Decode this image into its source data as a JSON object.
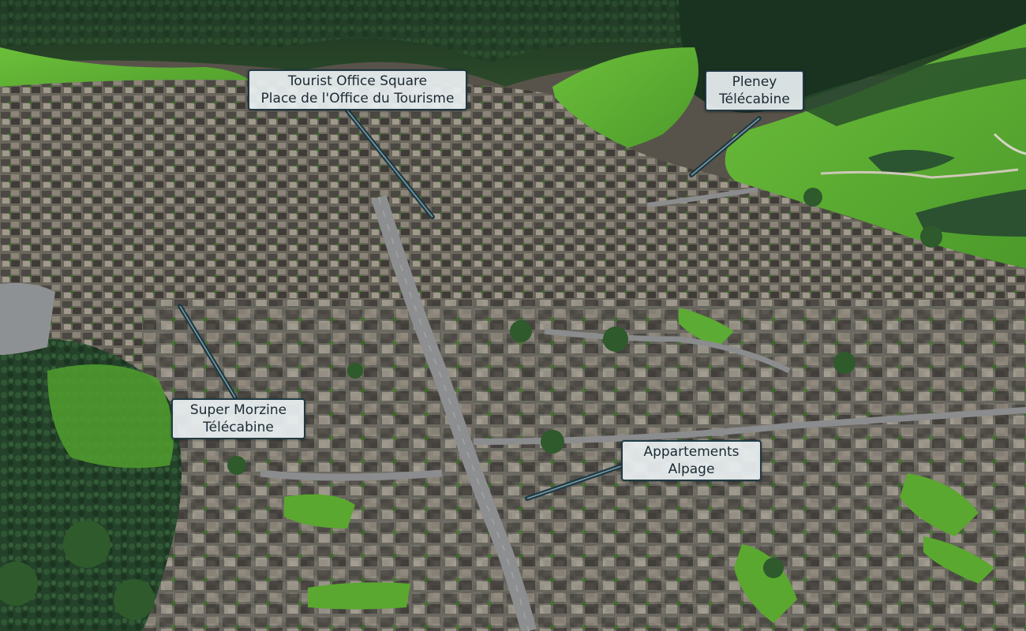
{
  "map": {
    "labels": [
      {
        "id": "tourist-office",
        "lines": [
          "Tourist Office Square",
          "Place de l'Office du Tourisme"
        ]
      },
      {
        "id": "pleney",
        "lines": [
          "Pleney",
          "Télécabine"
        ]
      },
      {
        "id": "super-morzine",
        "lines": [
          "Super Morzine",
          "Télécabine"
        ]
      },
      {
        "id": "alpage",
        "lines": [
          "Appartements",
          "Alpage"
        ]
      }
    ]
  },
  "colors": {
    "label_bg": "#e8eef0",
    "label_border": "#1f3a44",
    "leader_line": "#1f3a44",
    "forest": "#1e3a22",
    "meadow": "#5aa82f",
    "roof": "#4a4844",
    "road": "#8c8d8f"
  }
}
